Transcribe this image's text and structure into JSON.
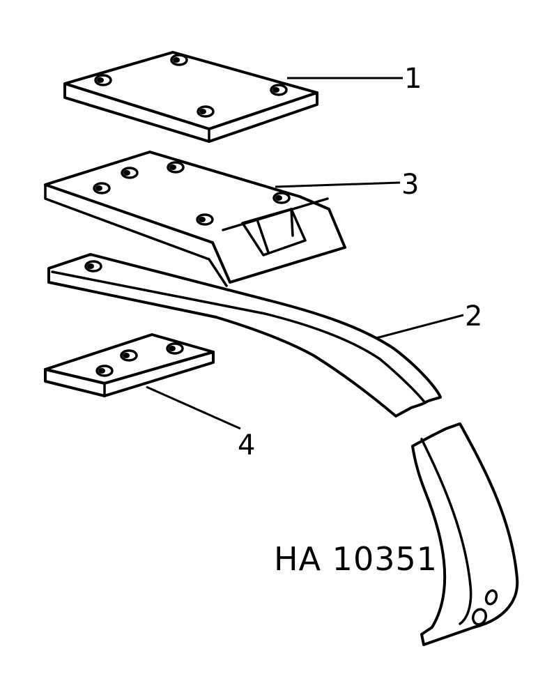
{
  "callouts": {
    "part1": "1",
    "part2": "2",
    "part3": "3",
    "part4": "4"
  },
  "figure_id": "HA 10351"
}
